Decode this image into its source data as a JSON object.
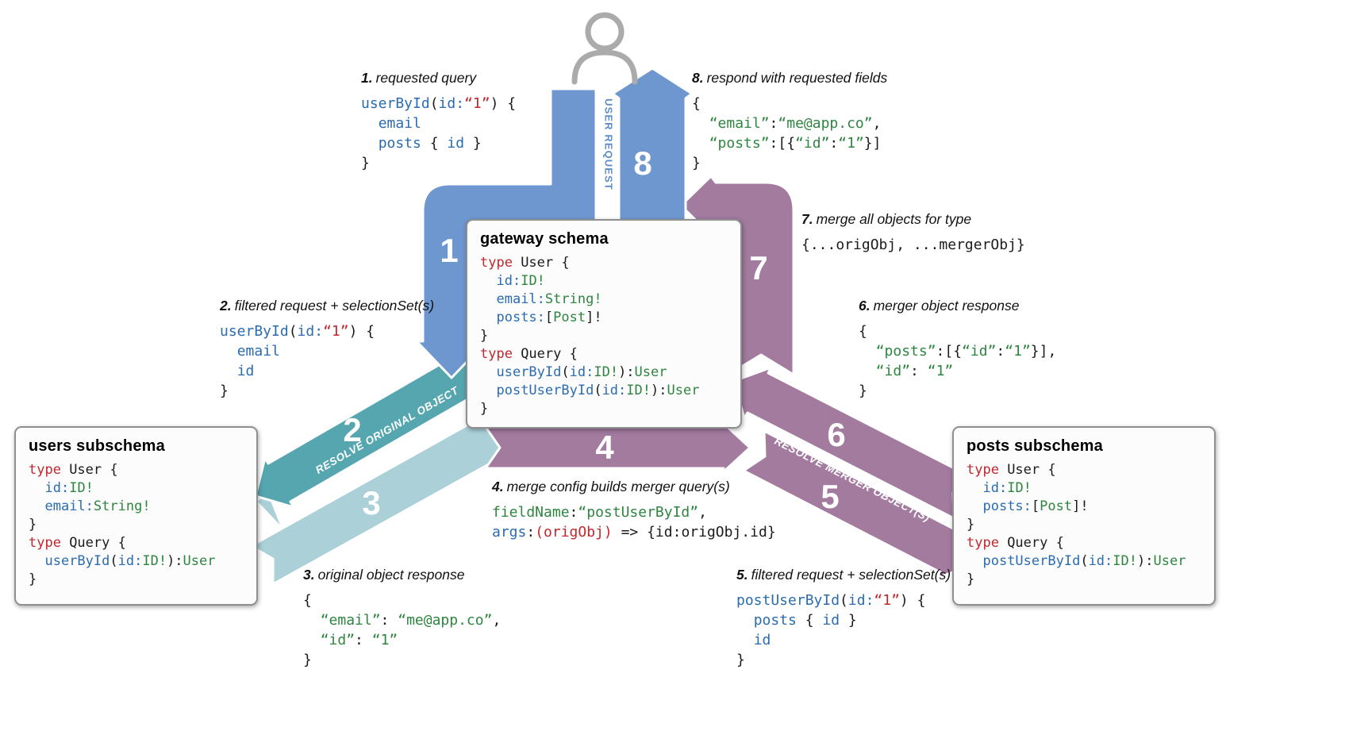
{
  "flow": {
    "user_request_label": "USER REQUEST",
    "resolve_original_label": "RESOLVE ORIGINAL OBJECT",
    "resolve_merger_label": "RESOLVE MERGER OBJECT(S)",
    "steps": {
      "s1": "1",
      "s2": "2",
      "s3": "3",
      "s4": "4",
      "s5": "5",
      "s6": "6",
      "s7": "7",
      "s8": "8"
    },
    "colors": {
      "request_blue": "#6e97cf",
      "original_teal": "#55a6af",
      "original_teal_light": "#abd0d8",
      "merger_purple": "#a27b9f",
      "merger_purple_light": "#c9b2c7",
      "icon_gray": "#ababab"
    }
  },
  "boxes": {
    "gateway": {
      "title": "gateway schema",
      "code": [
        [
          [
            "r",
            "type"
          ],
          [
            "k",
            " User {"
          ]
        ],
        [
          [
            "k",
            "  "
          ],
          [
            "b",
            "id:"
          ],
          [
            "g",
            "ID!"
          ]
        ],
        [
          [
            "k",
            "  "
          ],
          [
            "b",
            "email:"
          ],
          [
            "g",
            "String!"
          ]
        ],
        [
          [
            "k",
            "  "
          ],
          [
            "b",
            "posts:"
          ],
          [
            "k",
            "["
          ],
          [
            "g",
            "Post"
          ],
          [
            "k",
            "]!"
          ]
        ],
        [
          [
            "k",
            "}"
          ]
        ],
        [
          [
            "r",
            "type"
          ],
          [
            "k",
            " Query {"
          ]
        ],
        [
          [
            "k",
            "  "
          ],
          [
            "b",
            "userById"
          ],
          [
            "k",
            "("
          ],
          [
            "b",
            "id:"
          ],
          [
            "g",
            "ID!"
          ],
          [
            "k",
            "):"
          ],
          [
            "g",
            "User"
          ]
        ],
        [
          [
            "k",
            "  "
          ],
          [
            "b",
            "postUserById"
          ],
          [
            "k",
            "("
          ],
          [
            "b",
            "id:"
          ],
          [
            "g",
            "ID!"
          ],
          [
            "k",
            "):"
          ],
          [
            "g",
            "User"
          ]
        ],
        [
          [
            "k",
            "}"
          ]
        ]
      ]
    },
    "users": {
      "title": "users subschema",
      "code": [
        [
          [
            "r",
            "type"
          ],
          [
            "k",
            " User {"
          ]
        ],
        [
          [
            "k",
            "  "
          ],
          [
            "b",
            "id:"
          ],
          [
            "g",
            "ID!"
          ]
        ],
        [
          [
            "k",
            "  "
          ],
          [
            "b",
            "email:"
          ],
          [
            "g",
            "String!"
          ]
        ],
        [
          [
            "k",
            "}"
          ]
        ],
        [
          [
            "r",
            "type"
          ],
          [
            "k",
            " Query {"
          ]
        ],
        [
          [
            "k",
            "  "
          ],
          [
            "b",
            "userById"
          ],
          [
            "k",
            "("
          ],
          [
            "b",
            "id:"
          ],
          [
            "g",
            "ID!"
          ],
          [
            "k",
            "):"
          ],
          [
            "g",
            "User"
          ]
        ],
        [
          [
            "k",
            "}"
          ]
        ]
      ]
    },
    "posts": {
      "title": "posts subschema",
      "code": [
        [
          [
            "r",
            "type"
          ],
          [
            "k",
            " User {"
          ]
        ],
        [
          [
            "k",
            "  "
          ],
          [
            "b",
            "id:"
          ],
          [
            "g",
            "ID!"
          ]
        ],
        [
          [
            "k",
            "  "
          ],
          [
            "b",
            "posts:"
          ],
          [
            "k",
            "["
          ],
          [
            "g",
            "Post"
          ],
          [
            "k",
            "]!"
          ]
        ],
        [
          [
            "k",
            "}"
          ]
        ],
        [
          [
            "r",
            "type"
          ],
          [
            "k",
            " Query {"
          ]
        ],
        [
          [
            "k",
            "  "
          ],
          [
            "b",
            "postUserById"
          ],
          [
            "k",
            "("
          ],
          [
            "b",
            "id:"
          ],
          [
            "g",
            "ID!"
          ],
          [
            "k",
            "):"
          ],
          [
            "g",
            "User"
          ]
        ],
        [
          [
            "k",
            "}"
          ]
        ]
      ]
    }
  },
  "annotations": {
    "a1": {
      "num": "1.",
      "label": "requested query",
      "code": [
        [
          [
            "b",
            "userById"
          ],
          [
            "k",
            "("
          ],
          [
            "b",
            "id:"
          ],
          [
            "r",
            "“1”"
          ],
          [
            "k",
            ") {"
          ]
        ],
        [
          [
            "k",
            "  "
          ],
          [
            "b",
            "email"
          ]
        ],
        [
          [
            "k",
            "  "
          ],
          [
            "b",
            "posts"
          ],
          [
            "k",
            " { "
          ],
          [
            "b",
            "id"
          ],
          [
            "k",
            " }"
          ]
        ],
        [
          [
            "k",
            "}"
          ]
        ]
      ]
    },
    "a2": {
      "num": "2.",
      "label": "filtered request + selectionSet(s)",
      "code": [
        [
          [
            "b",
            "userById"
          ],
          [
            "k",
            "("
          ],
          [
            "b",
            "id:"
          ],
          [
            "r",
            "“1”"
          ],
          [
            "k",
            ") {"
          ]
        ],
        [
          [
            "k",
            "  "
          ],
          [
            "b",
            "email"
          ]
        ],
        [
          [
            "k",
            "  "
          ],
          [
            "b",
            "id"
          ]
        ],
        [
          [
            "k",
            "}"
          ]
        ]
      ]
    },
    "a3": {
      "num": "3.",
      "label": "original object response",
      "code": [
        [
          [
            "k",
            "{"
          ]
        ],
        [
          [
            "k",
            "  "
          ],
          [
            "g",
            "“email”"
          ],
          [
            "k",
            ": "
          ],
          [
            "g",
            "“me@app.co”"
          ],
          [
            "k",
            ","
          ]
        ],
        [
          [
            "k",
            "  "
          ],
          [
            "g",
            "“id”"
          ],
          [
            "k",
            ": "
          ],
          [
            "g",
            "“1”"
          ]
        ],
        [
          [
            "k",
            "}"
          ]
        ]
      ]
    },
    "a4": {
      "num": "4.",
      "label": "merge config builds merger query(s)",
      "code": [
        [
          [
            "g",
            "fieldName"
          ],
          [
            "k",
            ":"
          ],
          [
            "g",
            "“postUserById”"
          ],
          [
            "k",
            ","
          ]
        ],
        [
          [
            "b",
            "args"
          ],
          [
            "k",
            ":"
          ],
          [
            "r",
            "(origObj)"
          ],
          [
            "k",
            " => {id:origObj.id}"
          ]
        ]
      ]
    },
    "a5": {
      "num": "5.",
      "label": "filtered request + selectionSet(s)",
      "code": [
        [
          [
            "b",
            "postUserById"
          ],
          [
            "k",
            "("
          ],
          [
            "b",
            "id:"
          ],
          [
            "r",
            "“1”"
          ],
          [
            "k",
            ") {"
          ]
        ],
        [
          [
            "k",
            "  "
          ],
          [
            "b",
            "posts"
          ],
          [
            "k",
            " { "
          ],
          [
            "b",
            "id"
          ],
          [
            "k",
            " }"
          ]
        ],
        [
          [
            "k",
            "  "
          ],
          [
            "b",
            "id"
          ]
        ],
        [
          [
            "k",
            "}"
          ]
        ]
      ]
    },
    "a6": {
      "num": "6.",
      "label": "merger object response",
      "code": [
        [
          [
            "k",
            "{"
          ]
        ],
        [
          [
            "k",
            "  "
          ],
          [
            "g",
            "“posts”"
          ],
          [
            "k",
            ":[{"
          ],
          [
            "g",
            "“id”"
          ],
          [
            "k",
            ":"
          ],
          [
            "g",
            "“1”"
          ],
          [
            "k",
            "}],"
          ]
        ],
        [
          [
            "k",
            "  "
          ],
          [
            "g",
            "“id”"
          ],
          [
            "k",
            ": "
          ],
          [
            "g",
            "“1”"
          ]
        ],
        [
          [
            "k",
            "}"
          ]
        ]
      ]
    },
    "a7": {
      "num": "7.",
      "label": "merge all objects for type",
      "code": [
        [
          [
            "k",
            "{...origObj, ...mergerObj}"
          ]
        ]
      ]
    },
    "a8": {
      "num": "8.",
      "label": "respond with requested fields",
      "code": [
        [
          [
            "k",
            "{"
          ]
        ],
        [
          [
            "k",
            "  "
          ],
          [
            "g",
            "“email”"
          ],
          [
            "k",
            ":"
          ],
          [
            "g",
            "“me@app.co”"
          ],
          [
            "k",
            ","
          ]
        ],
        [
          [
            "k",
            "  "
          ],
          [
            "g",
            "“posts”"
          ],
          [
            "k",
            ":[{"
          ],
          [
            "g",
            "“id”"
          ],
          [
            "k",
            ":"
          ],
          [
            "g",
            "“1”"
          ],
          [
            "k",
            "}]"
          ]
        ],
        [
          [
            "k",
            "}"
          ]
        ]
      ]
    }
  }
}
